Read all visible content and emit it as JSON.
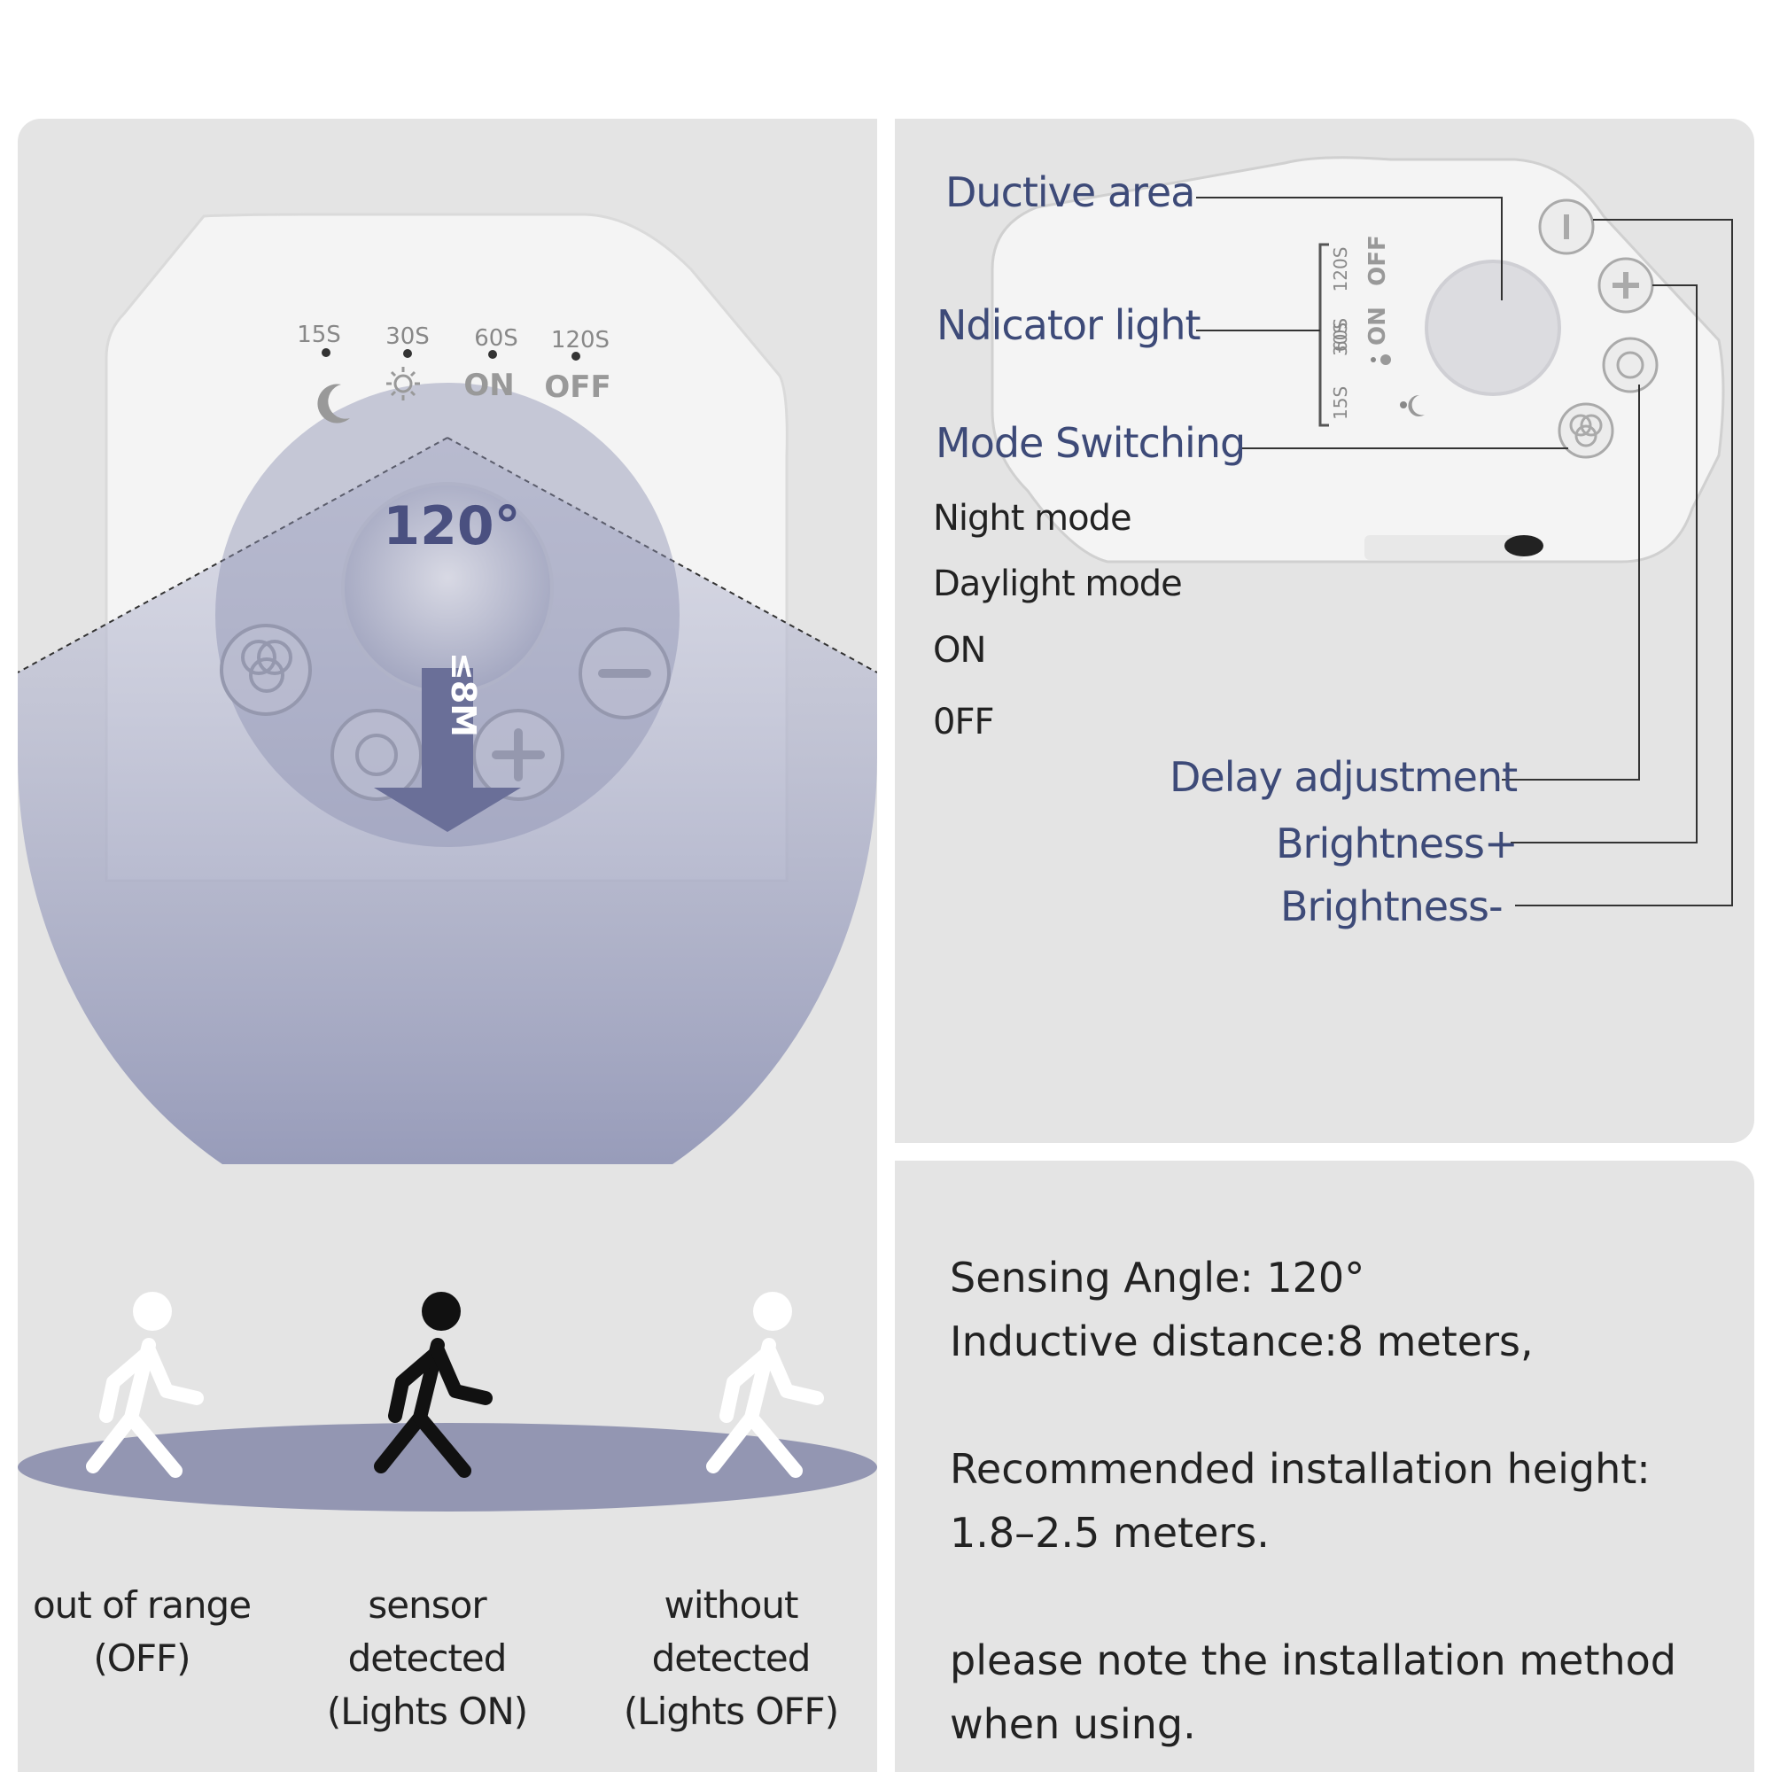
{
  "timer_labels": {
    "t15": "15S",
    "t30": "30S",
    "t60": "60S",
    "t120": "120S",
    "on": "ON",
    "off": "OFF"
  },
  "angle_label": "120°",
  "distance_label": "≤8M",
  "callouts": {
    "ductive_area": "Ductive area",
    "indicator_light": "Ndicator light",
    "mode_switching": "Mode Switching",
    "delay_adjustment": "Delay adjustment",
    "brightness_plus": "Brightness+",
    "brightness_minus": "Brightness-"
  },
  "modes": [
    "Night mode",
    "Daylight mode",
    "ON",
    "0FF"
  ],
  "detection_states": [
    {
      "line1": "out of range",
      "line2": "(OFF)"
    },
    {
      "line1": "sensor detected",
      "line2": "(Lights ON)"
    },
    {
      "line1": "without detected",
      "line2": "(Lights OFF)"
    }
  ],
  "specs": {
    "angle": "Sensing Angle: 120°",
    "distance": "Inductive distance:8 meters,",
    "height_label": "Recommended installation height:",
    "height_value": "1.8–2.5 meters.",
    "note_line1": "please note the installation method",
    "note_line2": "when using."
  },
  "colors": {
    "panel": "#e4e4e4",
    "accent": "#3d4a78",
    "beam": "#8b90b2",
    "floor": "#9396b2"
  }
}
